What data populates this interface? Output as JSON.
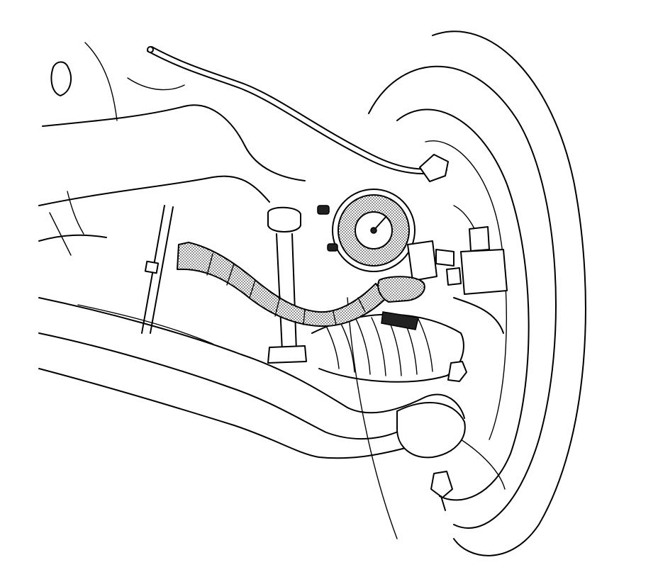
{
  "diagram": {
    "colors": {
      "line": "#000000",
      "background": "#ffffff",
      "stipple": "#000000"
    },
    "components": [
      "wheel-hub-rotor",
      "lower-control-arm",
      "frame-member",
      "stabilizer-link",
      "brake-hose",
      "dial-indicator",
      "flexible-arm-mount",
      "steering-gear-boot",
      "ball-joint-nut"
    ]
  }
}
